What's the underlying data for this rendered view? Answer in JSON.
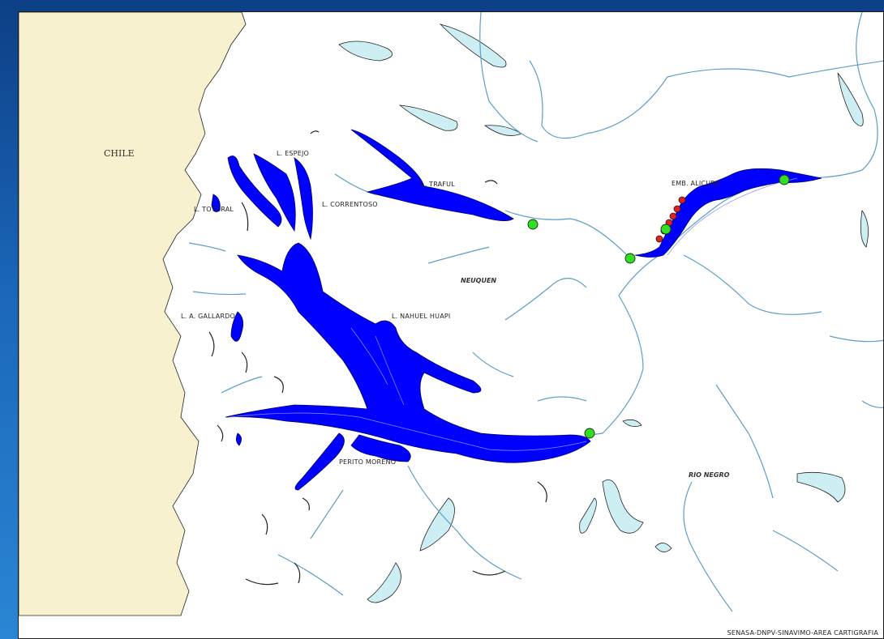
{
  "colors": {
    "background_frame": "#1b66b8",
    "chile_land": "#f7f1cf",
    "river": "#5b9fc6",
    "lake_light": "#cdeef3",
    "lake_highlighted": "#0000ff",
    "point_green": "#33dd22",
    "point_red": "#dd2222"
  },
  "labels": {
    "country": "CHILE",
    "province_neuquen": "NEUQUEN",
    "province_rio_negro": "RIO NEGRO",
    "lake_espejo": "L. ESPEJO",
    "lake_traful": "L. TRAFUL",
    "lake_correntoso": "L. CORRENTOSO",
    "lake_totoral": "L. TOTORAL",
    "lake_nahuel_huapi": "L. NAHUEL HUAPI",
    "lake_gallardo": "L. A. GALLARDO",
    "lake_perito_moreno": "PERITO MORENO",
    "reservoir_alicura": "EMB. ALICURA"
  },
  "credit": "SENASA-DNPV-SINAVIMO-AREA CARTIGRAFIA",
  "point_groups": [
    {
      "color": "point_green",
      "count": 5
    },
    {
      "color": "point_red",
      "count": 6
    }
  ]
}
